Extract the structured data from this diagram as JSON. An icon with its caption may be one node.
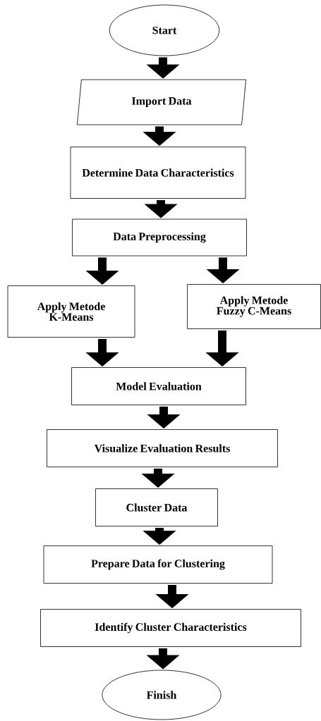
{
  "diagram": {
    "nodes": [
      {
        "text": [
          "Start"
        ]
      },
      {
        "text": [
          "Import Data"
        ]
      },
      {
        "text": [
          "Determine Data Characteristics"
        ]
      },
      {
        "text": [
          "Data Preprocessing"
        ]
      },
      {
        "text": [
          "Apply Metode K-Means"
        ]
      },
      {
        "text": [
          "Apply Metode Fuzzy C-Means"
        ]
      },
      {
        "text": [
          "Model Evaluation"
        ]
      },
      {
        "text": [
          "Visualize Evaluation Results"
        ]
      },
      {
        "text": [
          "Cluster Data"
        ]
      },
      {
        "text": [
          "Prepare Data for Clustering"
        ]
      },
      {
        "text": [
          "Identify Cluster Characteristics"
        ]
      },
      {
        "text": [
          "Finish"
        ]
      }
    ],
    "edges": [
      {
        "from": 0,
        "to": 1,
        "arrow": "to"
      },
      {
        "from": 1,
        "to": 2,
        "arrow": "to"
      },
      {
        "from": 2,
        "to": 3,
        "arrow": "to"
      },
      {
        "from": 3,
        "to": 4,
        "arrow": "to"
      },
      {
        "from": 3,
        "to": 5,
        "arrow": "to"
      },
      {
        "from": 4,
        "to": 6,
        "arrow": "to"
      },
      {
        "from": 5,
        "to": 6,
        "arrow": "to"
      },
      {
        "from": 6,
        "to": 7,
        "arrow": "to"
      },
      {
        "from": 7,
        "to": 8,
        "arrow": "to"
      },
      {
        "from": 8,
        "to": 9,
        "arrow": "to"
      },
      {
        "from": 9,
        "to": 10,
        "arrow": "to"
      },
      {
        "from": 10,
        "to": 11,
        "arrow": "to"
      }
    ]
  }
}
